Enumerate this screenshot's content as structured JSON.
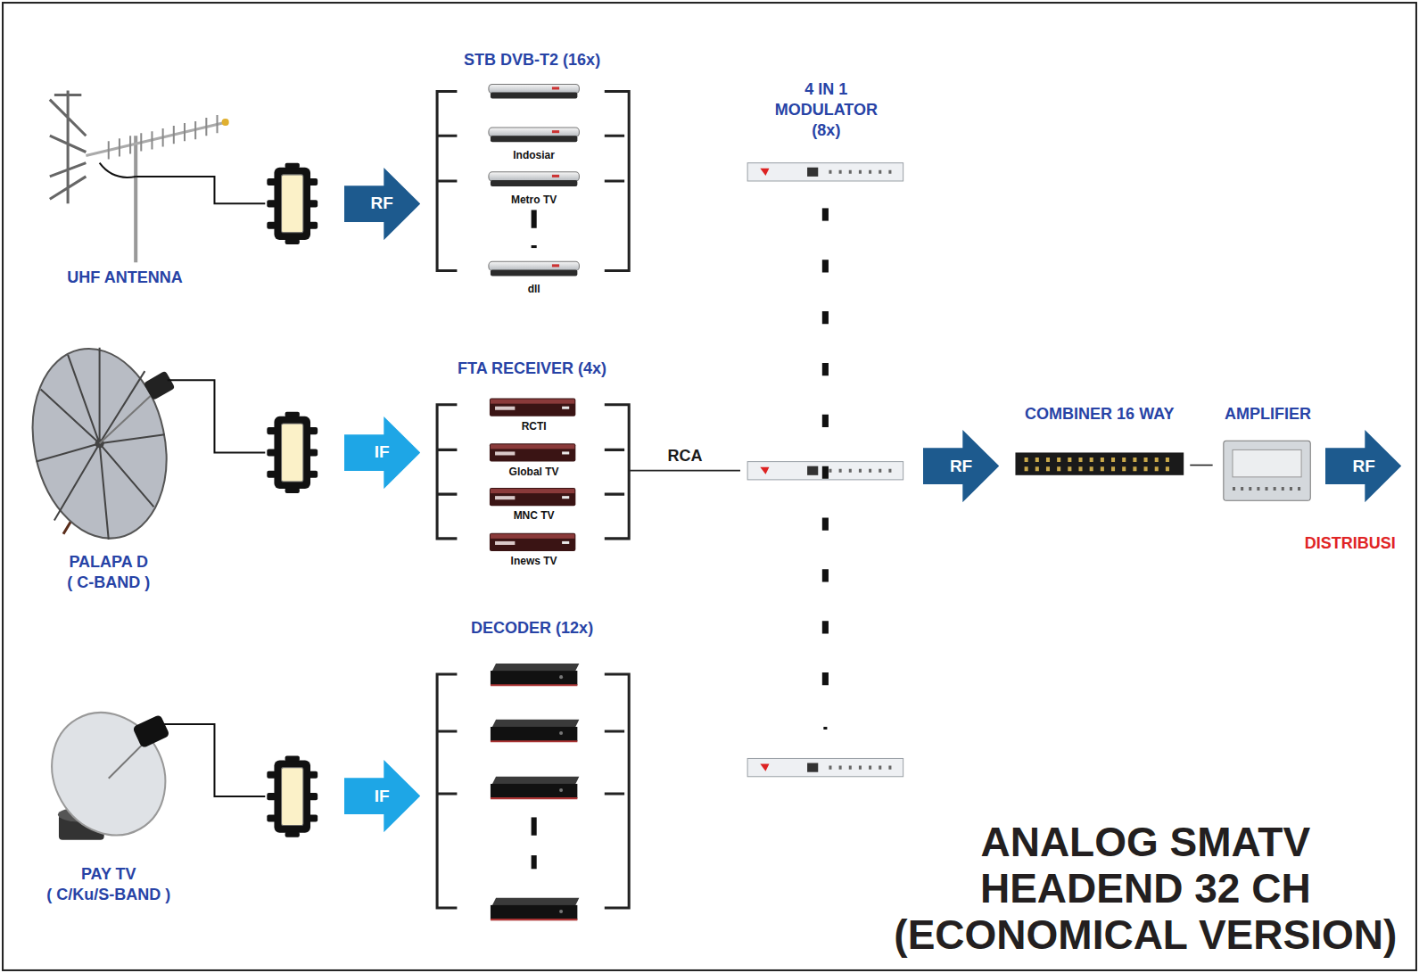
{
  "diagram": {
    "title": "ANALOG SMATV HEADEND 32 CH (ECONOMICAL VERSION)",
    "nodes": [
      {
        "text": [
          "UHF ANTENNA"
        ]
      },
      {
        "text": [
          "RF"
        ]
      },
      {
        "text": [
          "STB DVB-T2 (16x)"
        ]
      },
      {
        "text": [
          "Indosiar"
        ],
        "in": 2
      },
      {
        "text": [
          "Metro TV"
        ],
        "in": 2
      },
      {
        "text": [
          "dll"
        ],
        "in": 2
      },
      {
        "text": [
          "PALAPA D",
          "( C-BAND )"
        ]
      },
      {
        "text": [
          "IF"
        ]
      },
      {
        "text": [
          "FTA RECEIVER (4x)"
        ]
      },
      {
        "text": [
          "RCTI"
        ],
        "in": 8
      },
      {
        "text": [
          "Global TV"
        ],
        "in": 8
      },
      {
        "text": [
          "MNC TV"
        ],
        "in": 8
      },
      {
        "text": [
          "Inews TV"
        ],
        "in": 8
      },
      {
        "text": [
          "PAY TV",
          "( C/Ku/S-BAND )"
        ]
      },
      {
        "text": [
          "IF"
        ]
      },
      {
        "text": [
          "DECODER (12x)"
        ]
      },
      {
        "text": [
          "4 IN 1 MODULATOR (8x)"
        ]
      },
      {
        "text": [
          "RF"
        ]
      },
      {
        "text": [
          "COMBINER 16 WAY"
        ]
      },
      {
        "text": [
          "AMPLIFIER"
        ]
      },
      {
        "text": [
          "RF"
        ]
      }
    ],
    "edges": [
      {
        "from": 8,
        "to": 16,
        "label": "RCA",
        "arrow": "none"
      },
      {
        "from": 18,
        "to": 19,
        "arrow": "none"
      }
    ],
    "labels": [
      "DISTRIBUSI"
    ]
  }
}
